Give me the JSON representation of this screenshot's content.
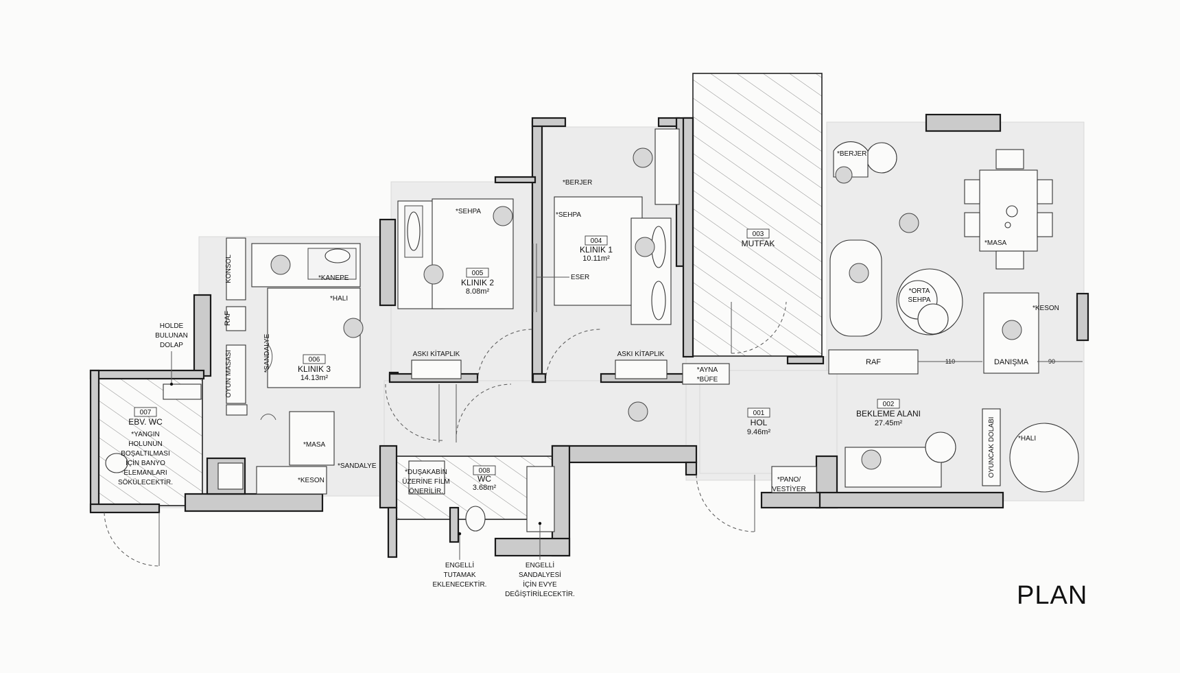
{
  "title": "PLAN",
  "rooms": [
    {
      "num": "001",
      "name": "HOL",
      "area": "9.46m²"
    },
    {
      "num": "002",
      "name": "BEKLEME ALANI",
      "area": "27.45m²"
    },
    {
      "num": "003",
      "name": "MUTFAK",
      "area": ""
    },
    {
      "num": "004",
      "name": "KLINIK 1",
      "area": "10.11m²"
    },
    {
      "num": "005",
      "name": "KLINIK 2",
      "area": "8.08m²"
    },
    {
      "num": "006",
      "name": "KLINIK 3",
      "area": "14.13m²"
    },
    {
      "num": "007",
      "name": "EBV. WC",
      "area": ""
    },
    {
      "num": "008",
      "name": "WC",
      "area": "3.68m²"
    }
  ],
  "labels": {
    "berjer_1": "*BERJER",
    "berjer_2": "*BERJER",
    "sehpa_1": "*SEHPA",
    "sehpa_2": "*SEHPA",
    "masa_1": "*MASA",
    "masa_2": "*MASA",
    "keson_1": "*KESON",
    "keson_2": "*KESON",
    "hali_1": "*HALI",
    "hali_2": "*HALI",
    "kanepe": "*KANEPE",
    "sandalye_1": "*SANDALYE",
    "sandalye_2": "*SANDALYE",
    "orta": "*ORTA",
    "sehpa_orta": "SEHPA",
    "raf_1": "RAF",
    "raf_2": "RAF",
    "danisma": "DANIŞMA",
    "oyuncak": "OYUNCAK DOLABI",
    "konsol": "KONSOL",
    "oyun_masasi": "OYUN MASASI",
    "aski_1": "ASKI KİTAPLIK",
    "aski_2": "ASKI KİTAPLIK",
    "eser": "ESER",
    "ayna": "*AYNA",
    "bufe": "*BÜFE",
    "pano": "*PANO/",
    "vestiyer": "VESTİYER",
    "dim_110": "110",
    "dim_90": "90"
  },
  "notes": {
    "holde": [
      "HOLDE",
      "BULUNAN",
      "DOLAP"
    ],
    "yangin": [
      "*YANGIN",
      "HOLUNUN",
      "BOŞALTILMASI",
      "İÇİN BANYO",
      "ELEMANLARI",
      "SÖKÜLECEKTİR."
    ],
    "dusakabin": [
      "*DUŞAKABİN",
      "ÜZERİNE FİLM",
      "ÖNERİLİR."
    ],
    "tutamak": [
      "ENGELLİ",
      "TUTAMAK",
      "EKLENECEKTİR."
    ],
    "evye": [
      "ENGELLİ",
      "SANDALYESİ",
      "İÇİN EVYE",
      "DEĞİŞTİRİLECEKTİR."
    ]
  }
}
